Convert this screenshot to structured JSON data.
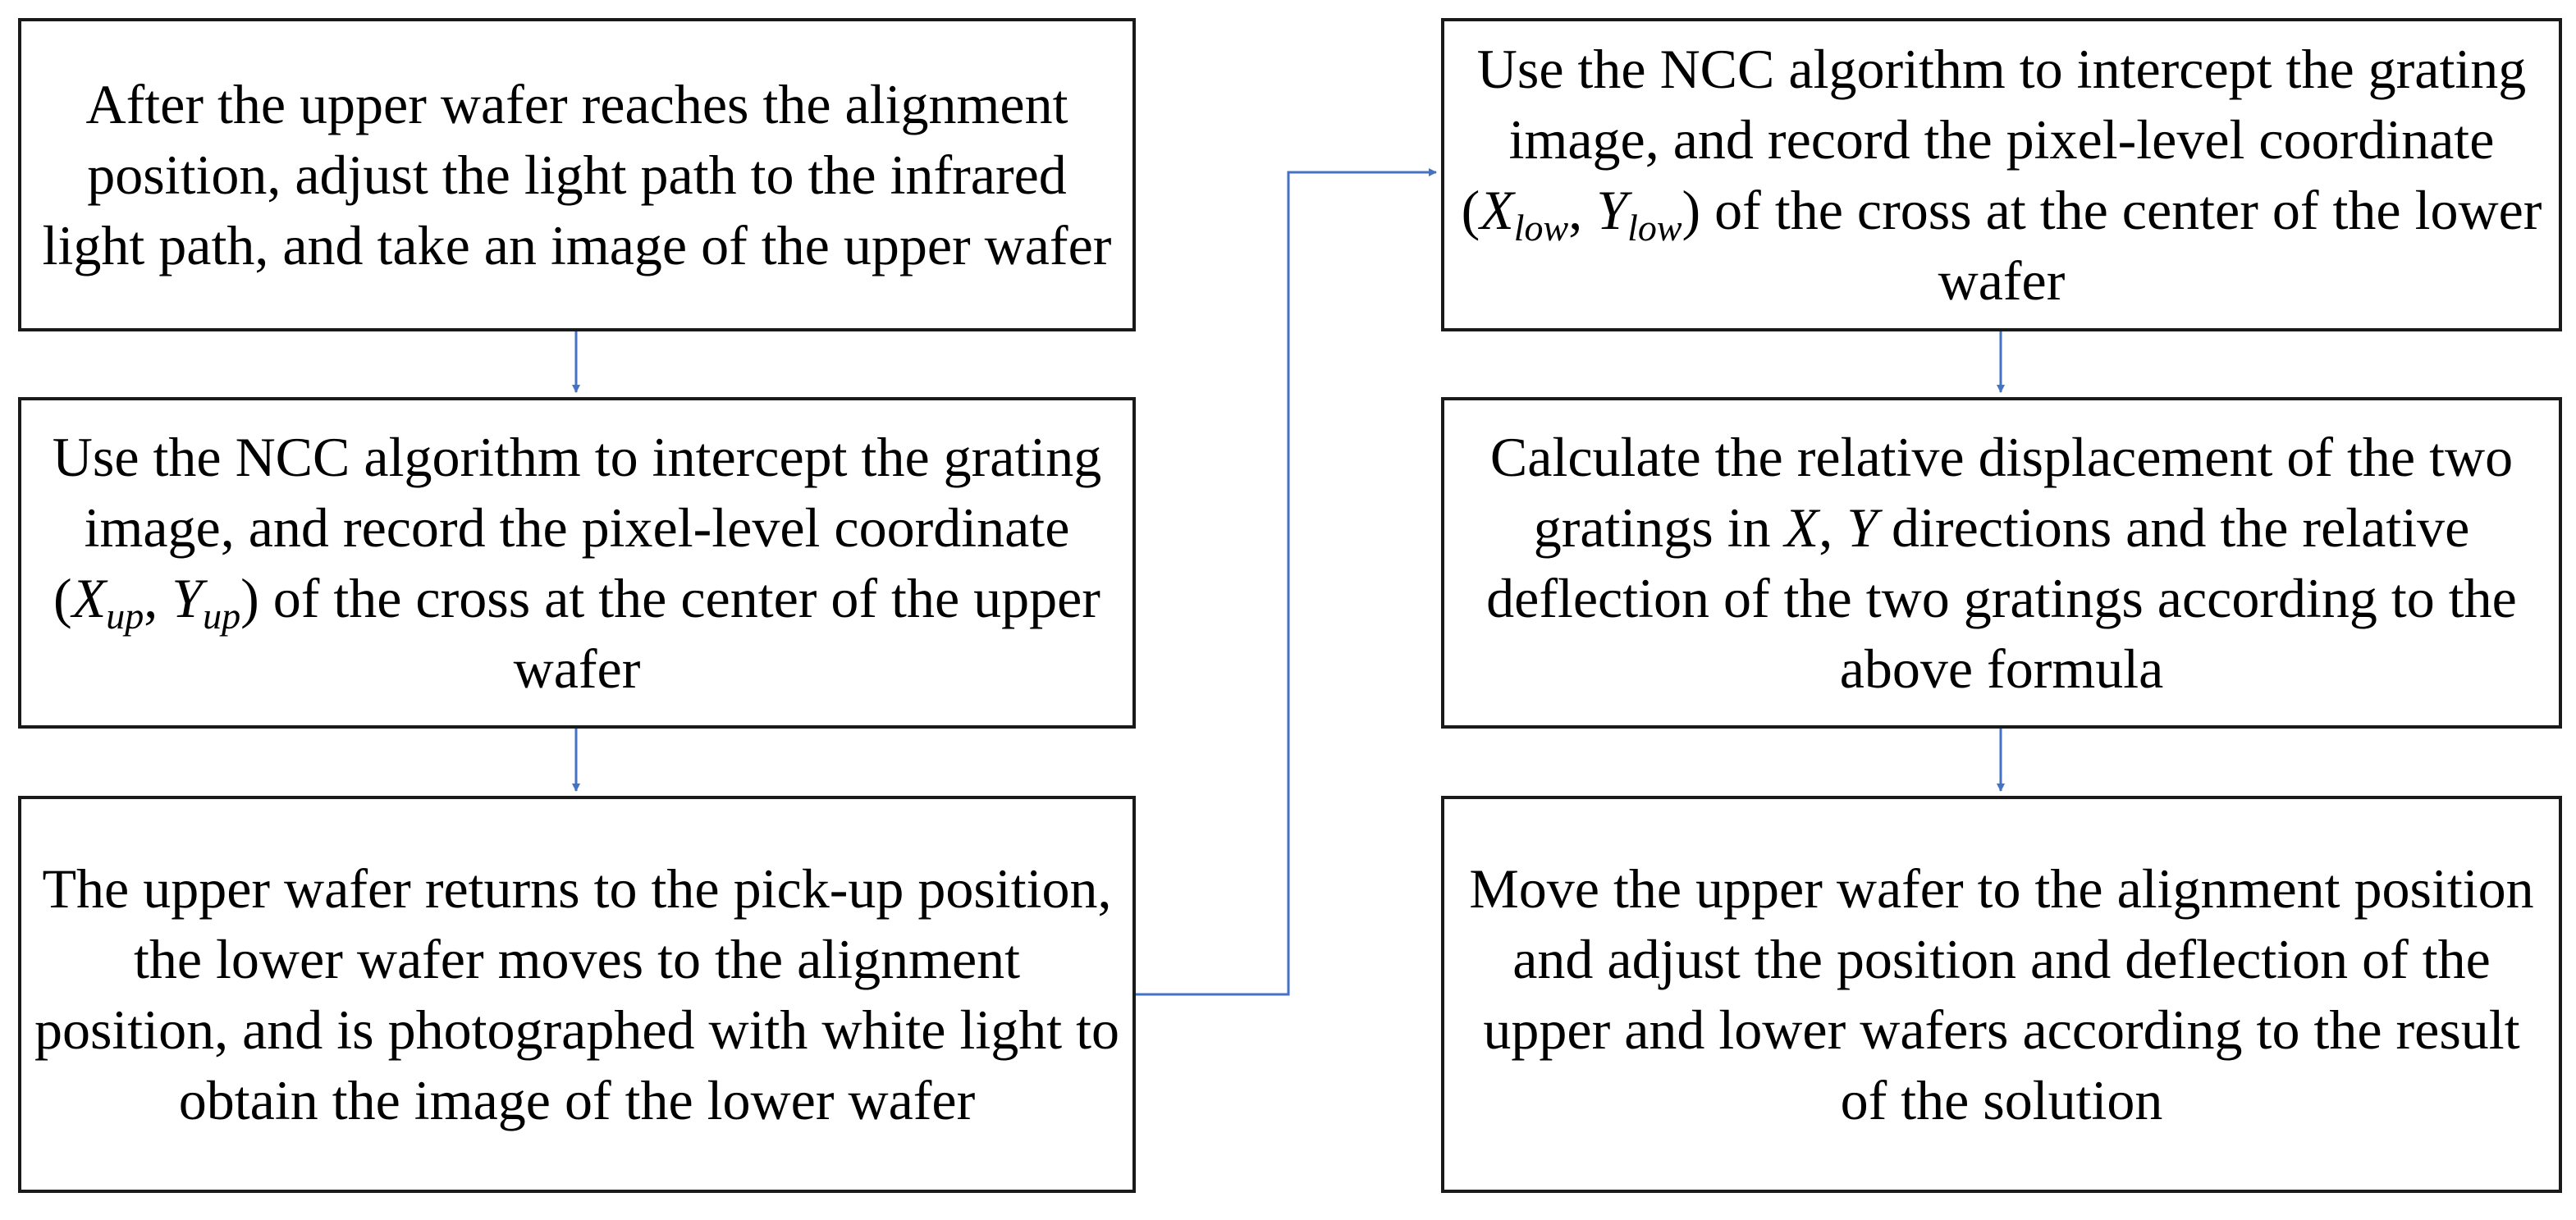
{
  "steps": {
    "step1": {
      "text": "After the upper wafer reaches the alignment position, adjust the light path to the infrared light path, and take an image of the upper wafer"
    },
    "step2": {
      "text_a": "Use the NCC algorithm to intercept the grating image, and record the pixel-level coordinate (",
      "x_sym": "X",
      "x_sub": "up",
      "sep": ", ",
      "y_sym": "Y",
      "y_sub": "up",
      "text_b": ") of the cross at the center of the upper wafer"
    },
    "step3": {
      "text": "The upper wafer returns to the pick-up position, the lower wafer moves to the alignment position, and is photographed with white light to obtain the image of the lower wafer"
    },
    "step4": {
      "text_a": "Use the NCC algorithm to intercept the grating image, and record the pixel-level coordinate (",
      "x_sym": "X",
      "x_sub": "low",
      "sep": ", ",
      "y_sym": "Y",
      "y_sub": "low",
      "text_b": ") of the cross at the center of the lower wafer"
    },
    "step5": {
      "text_a": "Calculate the relative displacement of the two gratings in ",
      "x_sym": "X",
      "sep": ", ",
      "y_sym": "Y",
      "text_b": " directions and the relative deflection of the two gratings according to the above formula"
    },
    "step6": {
      "text": "Move the upper wafer to the alignment position and adjust the position and deflection of the upper and lower wafers according to the result of the solution"
    }
  },
  "colors": {
    "arrow": "#4472c4",
    "box_border": "#1a1a1a"
  }
}
